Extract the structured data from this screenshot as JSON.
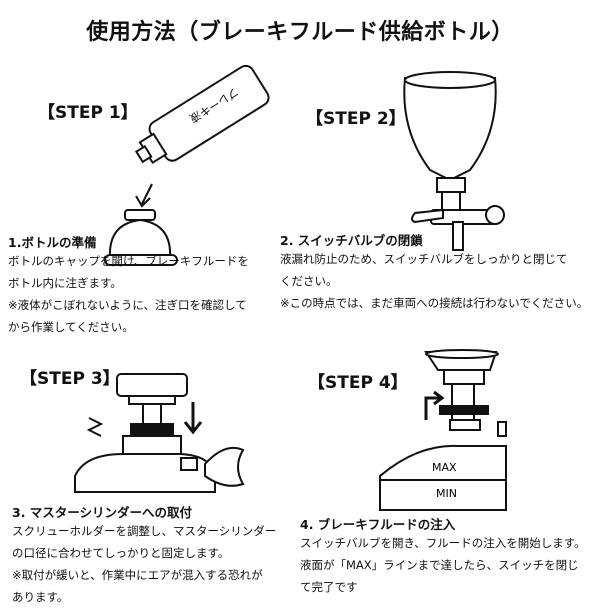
{
  "page": {
    "title": "使用方法（ブレーキフルード供給ボトル）"
  },
  "steps": [
    {
      "label": "【STEP 1】",
      "heading": "1.ボトルの準備",
      "lines": [
        "ボトルのキャップを開け、ブレーキフルードを",
        "ボトル内に注ぎます。",
        "※液体がこぼれないように、注ぎ口を確認して",
        "から作業してください。"
      ],
      "bottle_text": "ブレーキ液"
    },
    {
      "label": "【STEP 2】",
      "heading": "2.  スイッチバルブの閉鎖",
      "lines": [
        "液漏れ防止のため、スイッチバルブをしっかりと閉じて",
        "ください。",
        "※この時点では、まだ車両への接続は行わないでください。"
      ]
    },
    {
      "label": "【STEP 3】",
      "heading": "3.  マスターシリンダーへの取付",
      "lines": [
        "スクリューホルダーを調整し、マスターシリンダー",
        "の口径に合わせてしっかりと固定します。",
        "※取付が緩いと、作業中にエアが混入する恐れが",
        "あります。"
      ]
    },
    {
      "label": "【STEP 4】",
      "heading": "4.  ブレーキフルードの注入",
      "lines": [
        "スイッチバルブを開き、フルードの注入を開始します。",
        "液面が「MAX」ラインまで達したら、スイッチを閉じ",
        "て完了です"
      ],
      "max_label": "MAX",
      "min_label": "MIN"
    }
  ]
}
